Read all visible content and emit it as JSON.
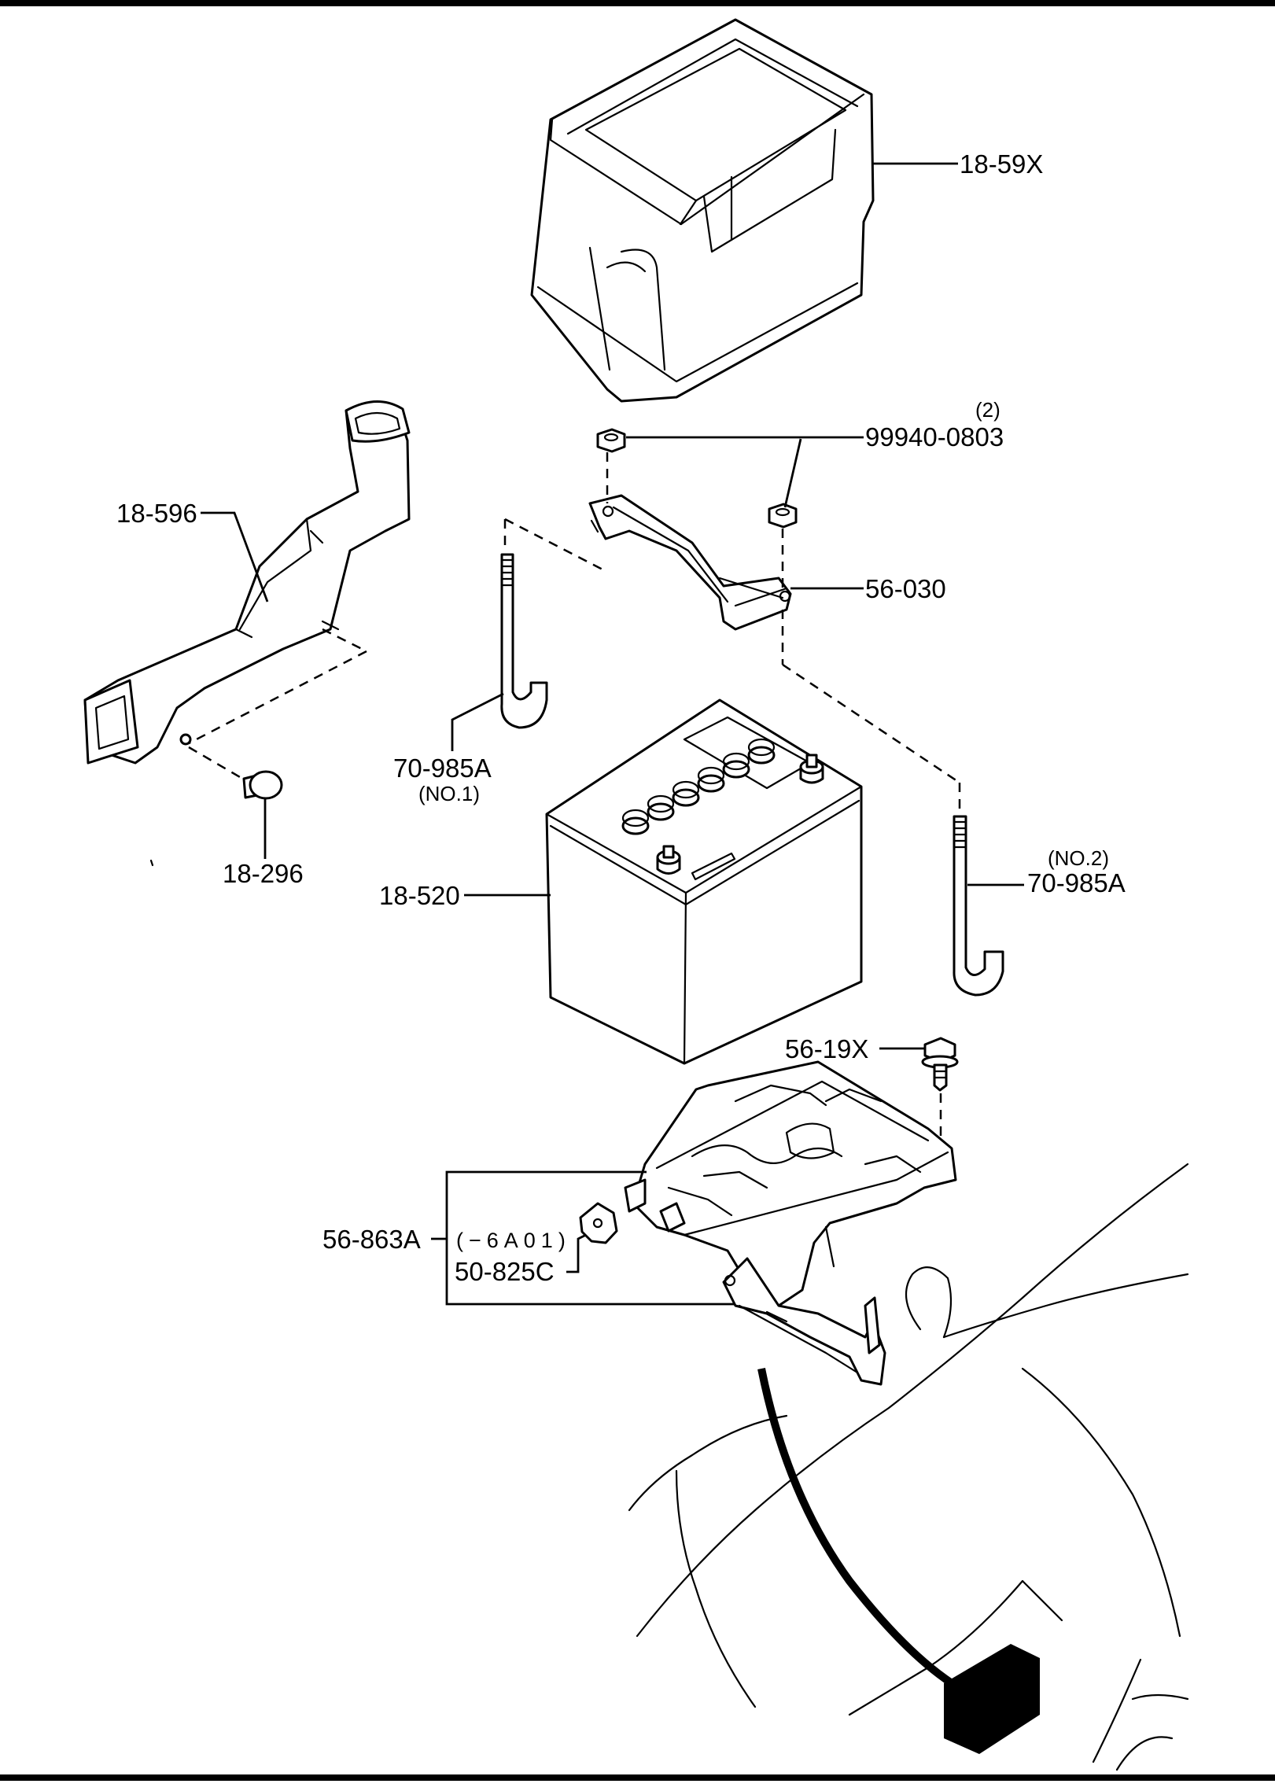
{
  "diagram": {
    "parts": {
      "cover": {
        "number": "18-59X"
      },
      "nuts": {
        "quantity": "(2)",
        "number": "99940-0803"
      },
      "air_duct": {
        "number": "18-596"
      },
      "clip": {
        "number": "18-296"
      },
      "bracket": {
        "number": "56-030"
      },
      "rod_1": {
        "number": "70-985A",
        "note": "(NO.1)"
      },
      "rod_2": {
        "note": "(NO.2)",
        "number": "70-985A"
      },
      "battery": {
        "number": "18-520"
      },
      "bolt": {
        "number": "56-19X"
      },
      "tray": {
        "number": "56-863A"
      },
      "tray_clip": {
        "code": "(−6A01)",
        "number": "50-825C"
      }
    }
  }
}
